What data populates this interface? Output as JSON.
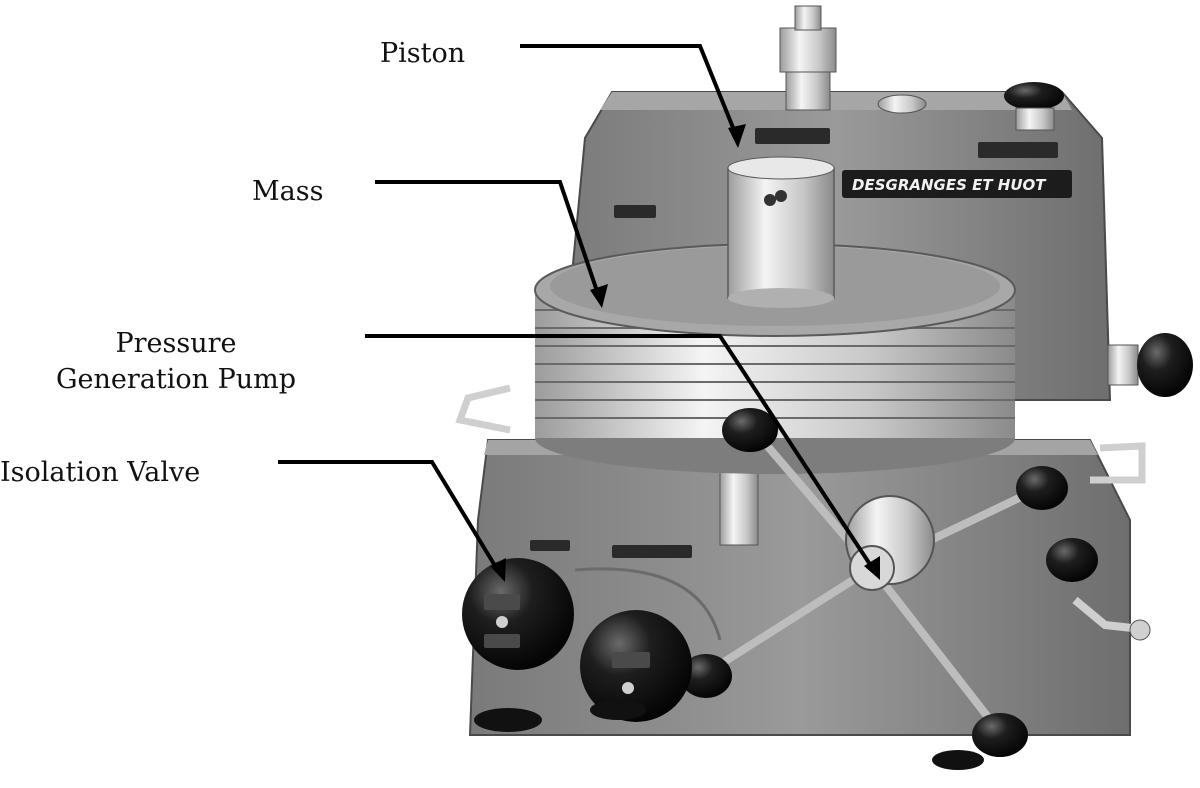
{
  "labels": {
    "piston": "Piston",
    "mass": "Mass",
    "pump_line1": "Pressure",
    "pump_line2": "Generation Pump",
    "valve": "Isolation Valve"
  },
  "machine": {
    "brand_plate": "DESGRANGES ET HUOT"
  },
  "colors": {
    "body": "#8e8e8e",
    "body_dark": "#5a5a5a",
    "metal": "#d9d9d9",
    "knob": "#161616",
    "leader_line": "#000000"
  }
}
